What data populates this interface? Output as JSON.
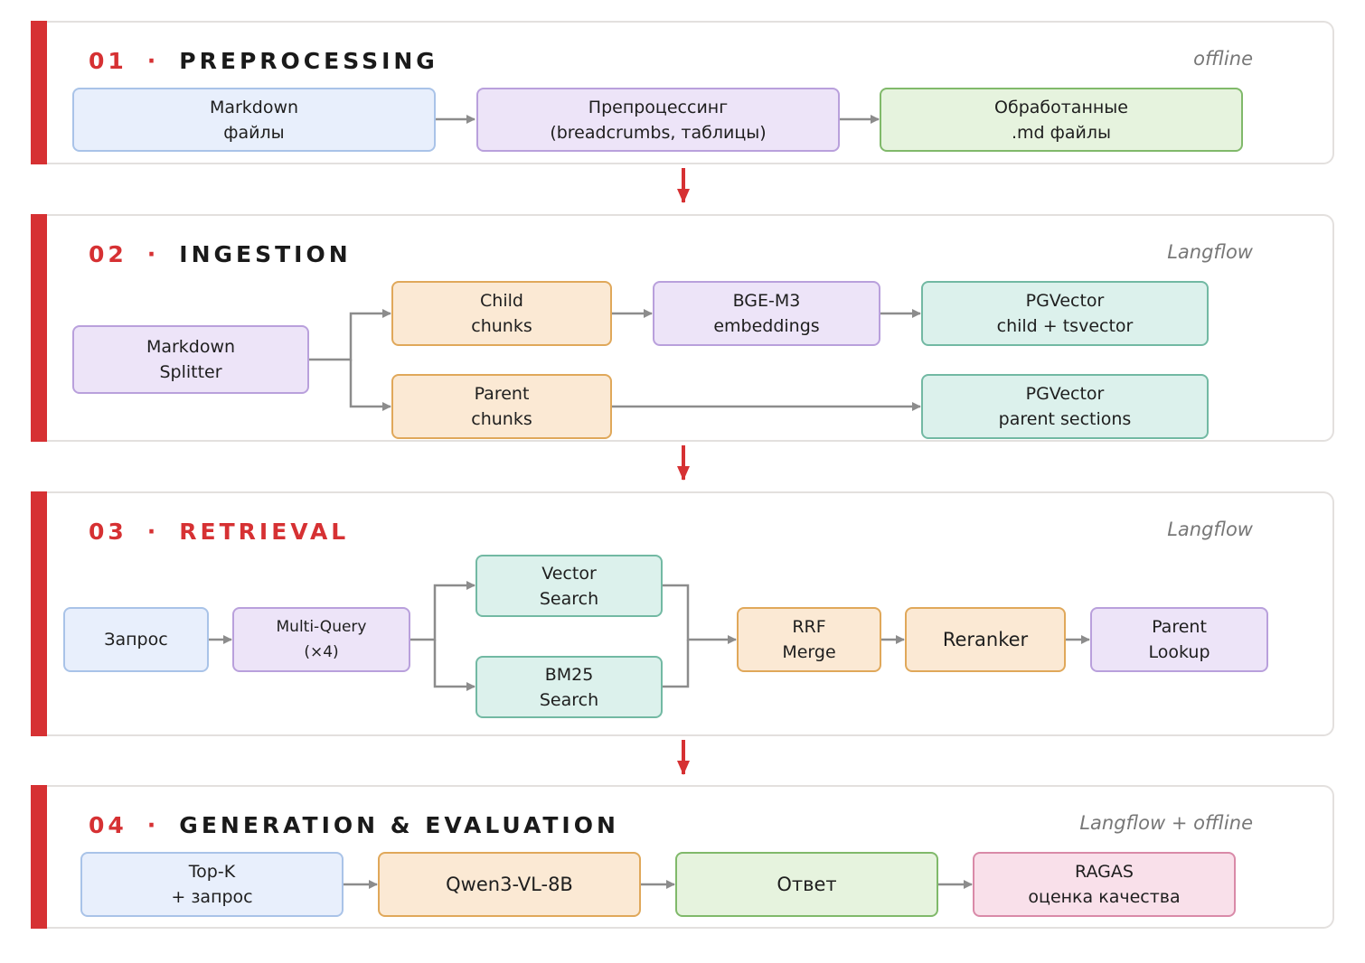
{
  "sections": [
    {
      "num": "01",
      "name": "PREPROCESSING",
      "tag": "offline"
    },
    {
      "num": "02",
      "name": "INGESTION",
      "tag": "Langflow"
    },
    {
      "num": "03",
      "name": "RETRIEVAL",
      "tag": "Langflow"
    },
    {
      "num": "04",
      "name": "GENERATION & EVALUATION",
      "tag": "Langflow + offline"
    }
  ],
  "separator": "·",
  "nodes": {
    "s1": {
      "markdown_files": "Markdown\nфайлы",
      "preprocessing": "Препроцессинг\n(breadcrumbs, таблицы)",
      "processed_files": "Обработанные\n.md файлы"
    },
    "s2": {
      "markdown_splitter": "Markdown\nSplitter",
      "child_chunks": "Child\nchunks",
      "parent_chunks": "Parent\nchunks",
      "bge_m3": "BGE-M3\nembeddings",
      "pgvector_child": "PGVector\nchild + tsvector",
      "pgvector_parent": "PGVector\nparent sections"
    },
    "s3": {
      "query": "Запрос",
      "multi_query": "Multi-Query\n(×4)",
      "vector_search": "Vector\nSearch",
      "bm25_search": "BM25\nSearch",
      "rrf_merge": "RRF\nMerge",
      "reranker": "Reranker",
      "parent_lookup": "Parent\nLookup"
    },
    "s4": {
      "topk": "Top-K\n+ запрос",
      "qwen": "Qwen3-VL-8B",
      "answer": "Ответ",
      "ragas": "RAGAS\nоценка качества"
    }
  },
  "colors": {
    "accent_red": "#d63133",
    "edge_gray": "#8c8c8c"
  }
}
